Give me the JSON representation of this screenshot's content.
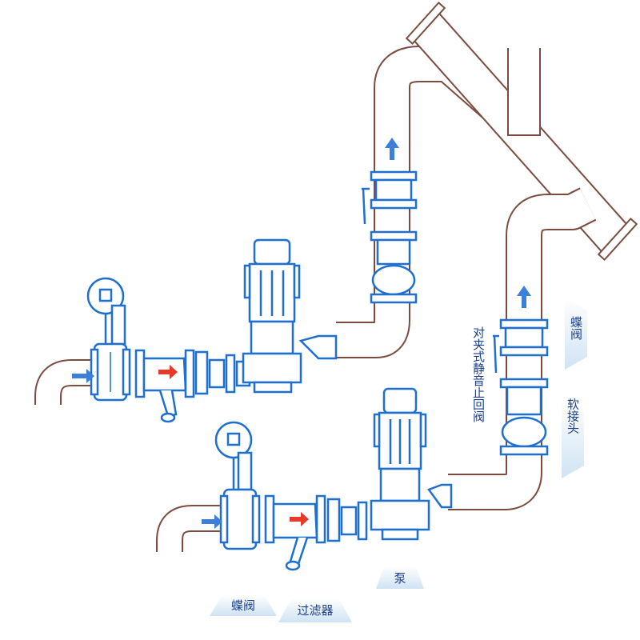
{
  "labels": {
    "butterfly_valve_bottom": "蝶阀",
    "filter": "过滤器",
    "pump": "泵",
    "butterfly_valve_right": "蝶阀",
    "soft_joint": "软接头",
    "check_valve": "对夹式静音止回阀"
  },
  "colors": {
    "pipe_stroke": "#7a4b3e",
    "pipe_fill": "#ffffff",
    "equipment": "#1f6fd1",
    "flow_arrow_blue": "#3b7fd9",
    "flow_arrow_red": "#e53a2a",
    "label_text": "#1b3f8f",
    "label_bg": "#d3e6f4"
  }
}
